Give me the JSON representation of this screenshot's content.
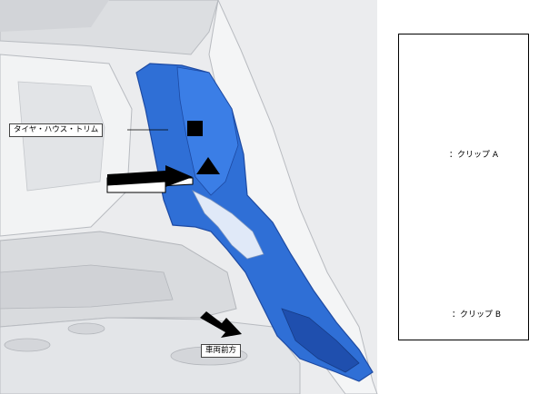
{
  "labels": {
    "trim": "タイヤ・ハウス・トリム",
    "front": "車両前方"
  },
  "legend": {
    "clip_a": "：クリップ A",
    "clip_b": "：クリップ B"
  },
  "colors": {
    "trim_blue": "#2f6fd6",
    "trim_blue_dark": "#1f4fae",
    "interior_gray": "#e6e7e9",
    "arrow": "#000000"
  },
  "icons": {
    "clip_a_marker": "black-square",
    "clip_b_marker": "black-triangle"
  }
}
